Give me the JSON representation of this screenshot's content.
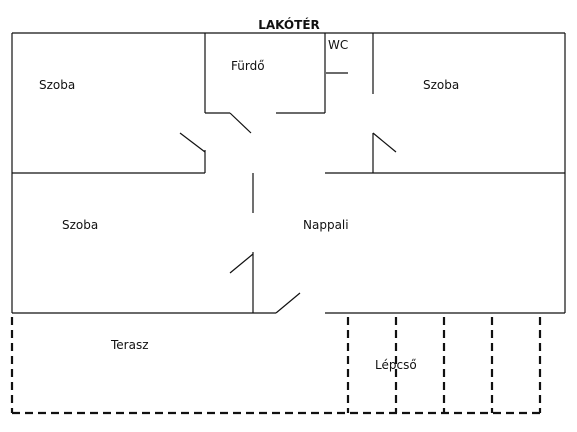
{
  "title": "LAKÓTÉR",
  "rooms": {
    "szoba_left_top": "Szoba",
    "furdo": "Fürdő",
    "wc": "WC",
    "szoba_right_top": "Szoba",
    "szoba_left_bottom": "Szoba",
    "nappali": "Nappali",
    "terasz": "Terasz",
    "lepcso": "Lépcső"
  },
  "colors": {
    "line": "#111111",
    "background": "#ffffff"
  }
}
